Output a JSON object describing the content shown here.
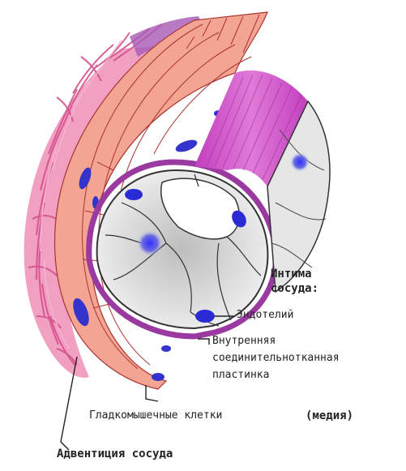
{
  "labels": {
    "intima_line1": "Интима",
    "intima_line2": "сосуда:",
    "endothelium": "Эндотелий",
    "inner_lamina_line1": "Внутренняя",
    "inner_lamina_line2": "соединительнотканная",
    "inner_lamina_line3": "пластинка",
    "smooth_muscle": "Гладкомышечные клетки",
    "media": "(медия)",
    "adventitia": "Адвентиция сосуда"
  },
  "colors": {
    "adventitia": "#e06a9a",
    "media": "#f0a08c",
    "elastic_lamina": "#b0449e",
    "intima_cut": "#d25bc9",
    "endothelium": "#e8e8e8",
    "nucleus": "#2b2bd6",
    "lumen": "#ffffff"
  }
}
